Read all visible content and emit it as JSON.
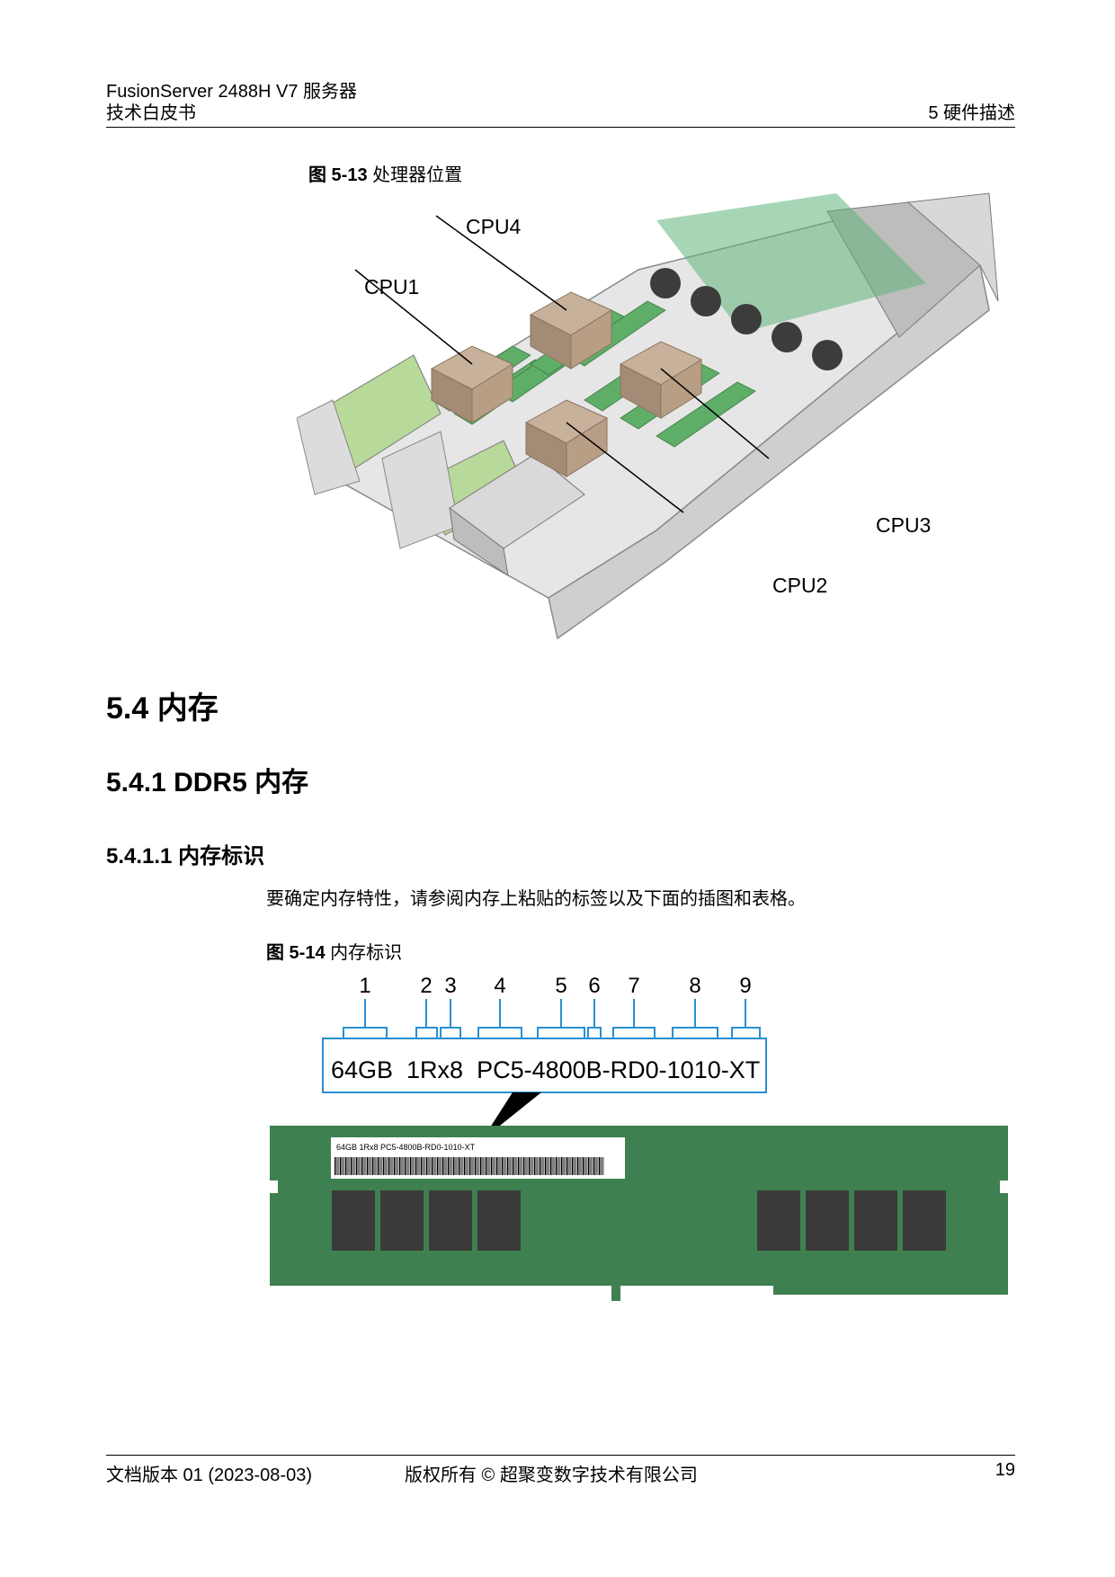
{
  "header": {
    "product": "FusionServer 2488H V7 服务器",
    "doc_type": "技术白皮书",
    "chapter": "5 硬件描述"
  },
  "figure_5_13": {
    "number": "图 5-13",
    "title": "处理器位置",
    "callouts": [
      "CPU4",
      "CPU1",
      "CPU3",
      "CPU2"
    ]
  },
  "section_5_4": {
    "number": "5.4",
    "title": "内存"
  },
  "section_5_4_1": {
    "number": "5.4.1",
    "title": "DDR5 内存"
  },
  "section_5_4_1_1": {
    "number": "5.4.1.1",
    "title": "内存标识"
  },
  "body_text": "要确定内存特性，请参阅内存上粘贴的标签以及下面的插图和表格。",
  "figure_5_14": {
    "number": "图 5-14",
    "title": "内存标识",
    "numbers": [
      "1",
      "2",
      "3",
      "4",
      "5",
      "6",
      "7",
      "8",
      "9"
    ],
    "label_code": "64GB  1Rx8  PC5-4800B-RD0-1010-XT",
    "sticker_text": "64GB 1Rx8 PC5-4800B-RD0-1010-XT",
    "colors": {
      "pcb": "#3f8050",
      "chip": "#3a3a3a",
      "callout_box": "#2a8fd0"
    }
  },
  "footer": {
    "version": "文档版本 01 (2023-08-03)",
    "copyright": "版权所有 © 超聚变数字技术有限公司",
    "page": "19"
  }
}
